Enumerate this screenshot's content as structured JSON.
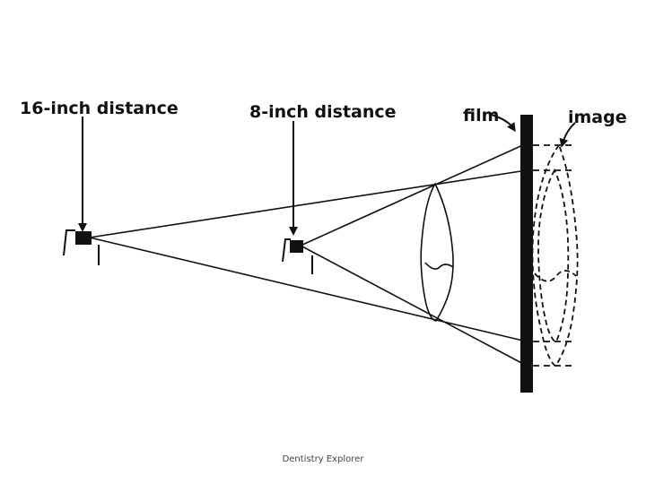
{
  "labels": {
    "distance_16": "16-inch distance",
    "distance_8": "8-inch distance",
    "film": "film",
    "image": "image"
  },
  "footer": "Dentistry Explorer",
  "colors": {
    "ink": "#111111",
    "background": "#ffffff"
  }
}
